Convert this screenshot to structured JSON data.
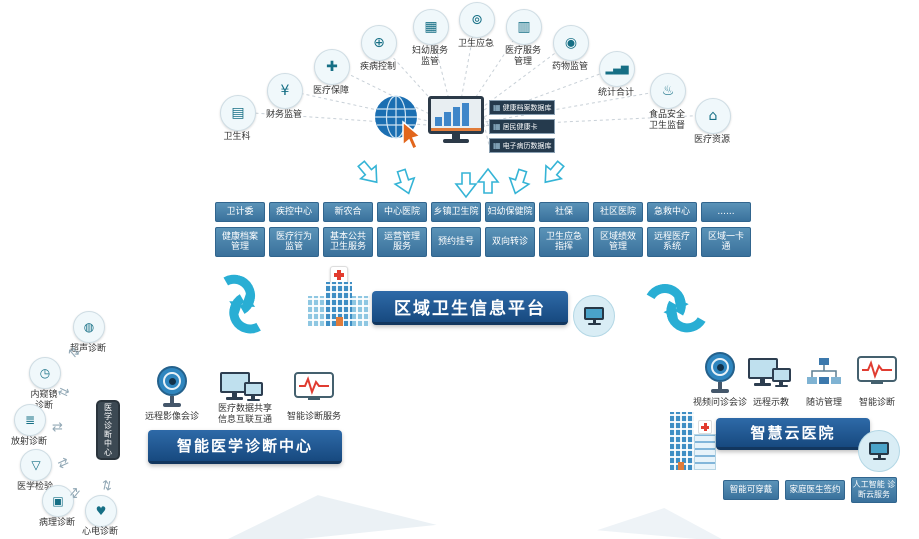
{
  "glyphs": {
    "exchange": "⇄",
    "db": "▦"
  },
  "top_icons": [
    {
      "label": "卫生科",
      "glyph": "▤"
    },
    {
      "label": "财务监管",
      "glyph": "¥"
    },
    {
      "label": "医疗保障",
      "glyph": "✚"
    },
    {
      "label": "疾病控制",
      "glyph": "⊕"
    },
    {
      "label": "妇幼服务监管",
      "glyph": "▦"
    },
    {
      "label": "卫生应急",
      "glyph": "⊚"
    },
    {
      "label": "医疗服务管理",
      "glyph": "▥"
    },
    {
      "label": "药物监管",
      "glyph": "◉"
    },
    {
      "label": "统计合计",
      "glyph": "▂▄▆"
    },
    {
      "label": "食品安全卫生监督",
      "glyph": "♨"
    },
    {
      "label": "医疗资源",
      "glyph": "⌂"
    }
  ],
  "center": {
    "databases": [
      "健康档案数据库",
      "居民健康卡",
      "电子病历数据库"
    ]
  },
  "org_buttons": [
    "卫计委",
    "疾控中心",
    "新农合",
    "中心医院",
    "乡镇卫生院",
    "妇幼保健院",
    "社保",
    "社区医院",
    "急救中心",
    "......"
  ],
  "service_buttons": [
    "健康档案管理",
    "医疗行为监管",
    "基本公共卫生服务",
    "运营管理服务",
    "预约挂号",
    "双向转诊",
    "卫生应急指挥",
    "区域绩效管理",
    "远程医疗系统",
    "区域一卡通"
  ],
  "platform": {
    "banner": "区域卫生信息平台"
  },
  "diagnosis_center": {
    "banner": "智能医学诊断中心",
    "hub": "医学诊断中心",
    "modalities": [
      {
        "label": "超声诊断",
        "glyph": "◍"
      },
      {
        "label": "内窥镜诊断",
        "glyph": "◷"
      },
      {
        "label": "放射诊断",
        "glyph": "≣"
      },
      {
        "label": "医学检验",
        "glyph": "▽"
      },
      {
        "label": "病理诊断",
        "glyph": "▣"
      },
      {
        "label": "心电诊断",
        "glyph": "♥"
      }
    ],
    "services": [
      "远程影像会诊",
      "医疗数据共享信息互联互通",
      "智能诊断服务"
    ]
  },
  "cloud_hospital": {
    "banner": "智慧云医院",
    "services": [
      "视频问诊会诊",
      "远程示教",
      "随访管理",
      "智能诊断"
    ],
    "buttons": [
      "智能可穿戴",
      "家庭医生签约",
      "人工智能 诊断云服务"
    ]
  },
  "colors": {
    "chip_blue": "#3f7aa6",
    "banner_blue": "#1c5593",
    "cyan": "#29aed4",
    "teal_icon": "#166f85"
  }
}
